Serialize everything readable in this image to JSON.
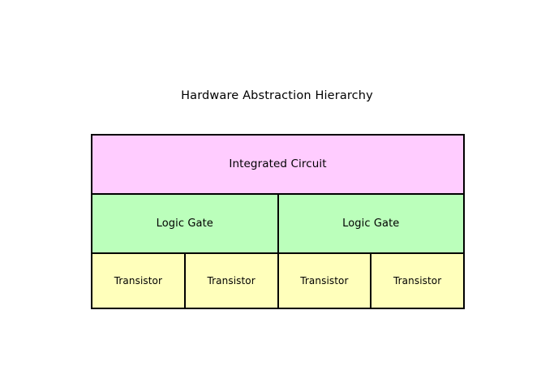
{
  "figure": {
    "title": "Hardware Abstraction Hierarchy",
    "background_color": "#ffffff",
    "border_color": "#000000"
  },
  "colors": {
    "integrated_circuit": "#ffccff",
    "logic_gate": "#bbffbb",
    "transistor": "#ffffbb",
    "outline": "#000000",
    "text": "#000000"
  },
  "hierarchy": {
    "levels": [
      {
        "name": "integrated-circuit",
        "fill": "#ffccff",
        "cells": [
          {
            "label": "Integrated Circuit"
          }
        ]
      },
      {
        "name": "logic-gate",
        "fill": "#bbffbb",
        "cells": [
          {
            "label": "Logic Gate"
          },
          {
            "label": "Logic Gate"
          }
        ]
      },
      {
        "name": "transistor",
        "fill": "#ffffbb",
        "cells": [
          {
            "label": "Transistor"
          },
          {
            "label": "Transistor"
          },
          {
            "label": "Transistor"
          },
          {
            "label": "Transistor"
          }
        ]
      }
    ]
  }
}
